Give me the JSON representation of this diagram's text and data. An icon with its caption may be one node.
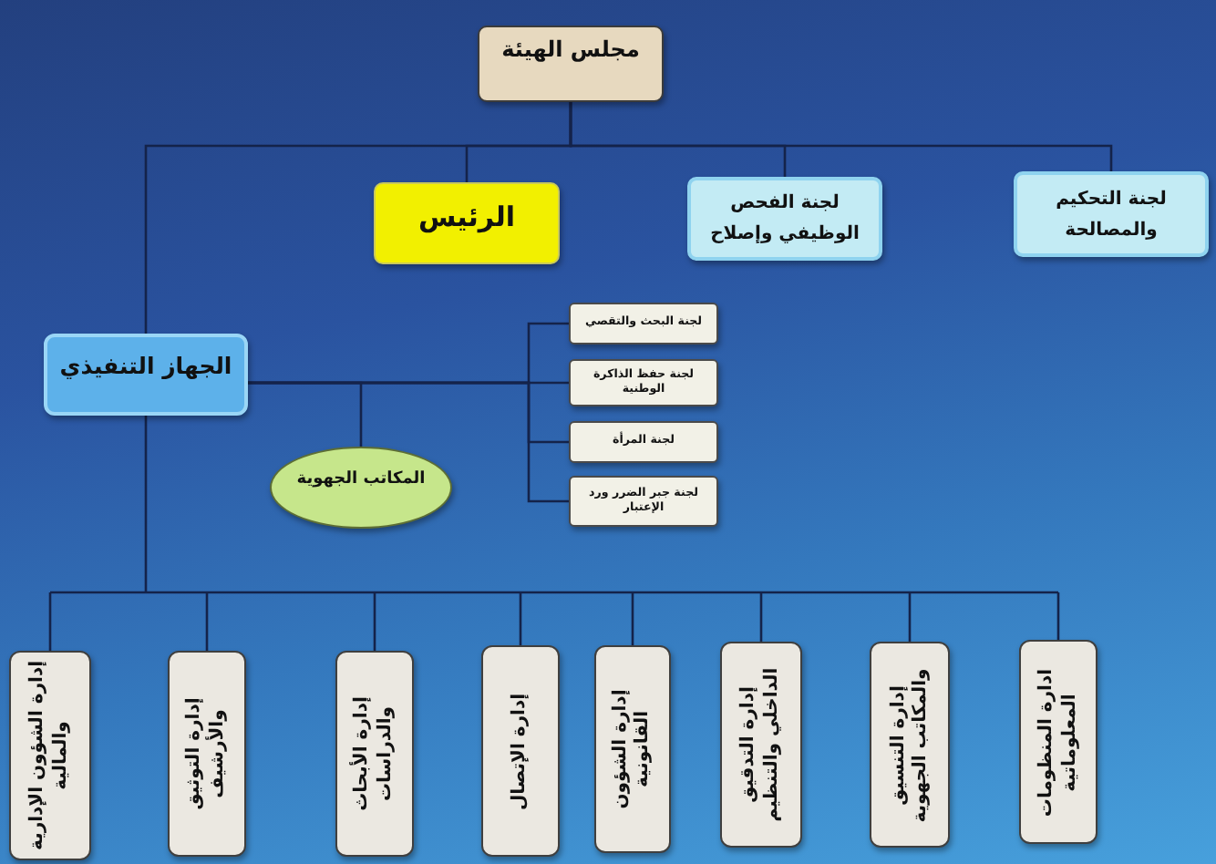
{
  "diagram": {
    "nodes": [
      {
        "text": [
          "مجلس الهيئة"
        ]
      },
      {
        "text": [
          "لجنة التحكيم والمصالحة"
        ]
      },
      {
        "text": [
          "لجنة الفحص الوظيفي وإصلاح"
        ]
      },
      {
        "text": [
          "الرئيس"
        ]
      },
      {
        "text": [
          "الجهاز التنفيذي"
        ]
      },
      {
        "text": [
          "لجنة البحث والتقصي"
        ]
      },
      {
        "text": [
          "لجنة حفظ الذاكرة الوطنية"
        ]
      },
      {
        "text": [
          "لجنة المرأة"
        ]
      },
      {
        "text": [
          "لجنة جبر الضرر ورد الإعتبار"
        ]
      },
      {
        "text": [
          "المكاتب الجهوية"
        ]
      },
      {
        "text": [
          "ادارة المنظومات المعلوماتية"
        ]
      },
      {
        "text": [
          "إدارة التنسيق والمكاتب الجهوية"
        ]
      },
      {
        "text": [
          "إدارة التدقيق الداخلي والتنظيم"
        ]
      },
      {
        "text": [
          "إدارة الشؤون القانونية"
        ]
      },
      {
        "text": [
          "إدارة الإتصال"
        ]
      },
      {
        "text": [
          "إدارة الأبحاث والدراسات"
        ]
      },
      {
        "text": [
          "إدارة التوثيق والأرشيف"
        ]
      },
      {
        "text": [
          "إدارة الشؤون الإدارية والمالية"
        ]
      }
    ],
    "edges": [
      {
        "from": 0,
        "to": 1,
        "arrow": "none"
      },
      {
        "from": 0,
        "to": 2,
        "arrow": "none"
      },
      {
        "from": 0,
        "to": 3,
        "arrow": "none"
      },
      {
        "from": 0,
        "to": 4,
        "arrow": "none"
      },
      {
        "from": 4,
        "to": 5,
        "arrow": "none"
      },
      {
        "from": 4,
        "to": 6,
        "arrow": "none"
      },
      {
        "from": 4,
        "to": 7,
        "arrow": "none"
      },
      {
        "from": 4,
        "to": 8,
        "arrow": "none"
      },
      {
        "from": 4,
        "to": 9,
        "arrow": "none"
      },
      {
        "from": 4,
        "to": 10,
        "arrow": "none"
      },
      {
        "from": 4,
        "to": 11,
        "arrow": "none"
      },
      {
        "from": 4,
        "to": 12,
        "arrow": "none"
      },
      {
        "from": 4,
        "to": 13,
        "arrow": "none"
      },
      {
        "from": 4,
        "to": 14,
        "arrow": "none"
      },
      {
        "from": 4,
        "to": 15,
        "arrow": "none"
      },
      {
        "from": 4,
        "to": 16,
        "arrow": "none"
      },
      {
        "from": 4,
        "to": 17,
        "arrow": "none"
      }
    ]
  }
}
